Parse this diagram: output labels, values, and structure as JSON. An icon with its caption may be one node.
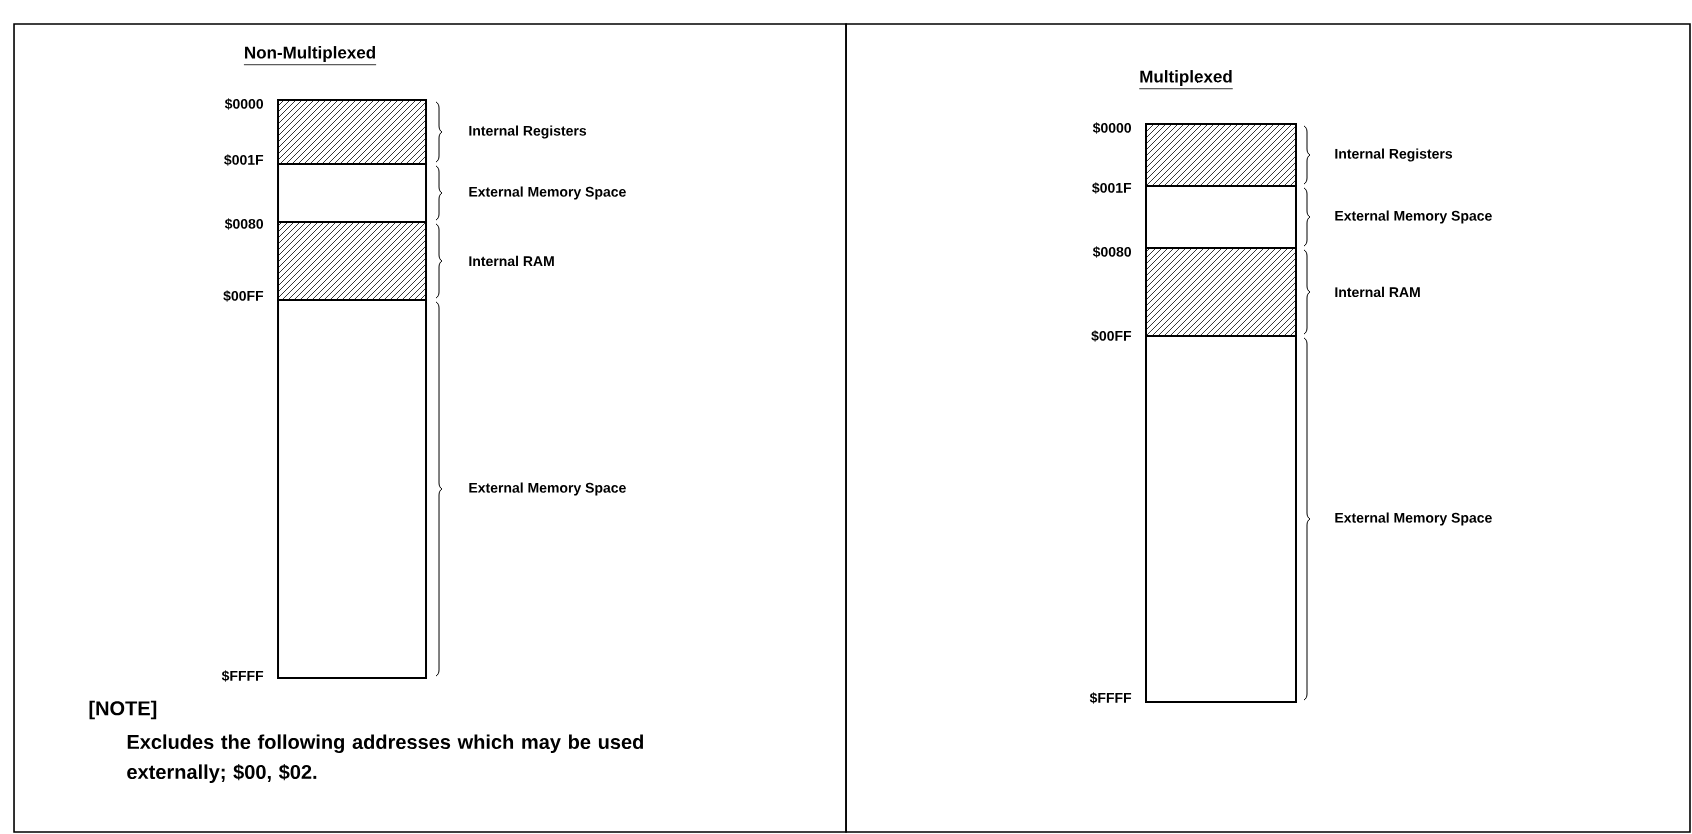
{
  "diagram": {
    "nodes": [
      {
        "text": [
          "Non-Multiplexed",
          "[NOTE]",
          "Excludes the following addresses which may be used externally; $00, $02."
        ]
      },
      {
        "text": [],
        "shape": "bar",
        "in": 0,
        "beside": [
          "Internal Registers"
        ]
      },
      {
        "text": [],
        "shape": "bar",
        "in": 0,
        "beside": [
          "External Memory Space"
        ]
      },
      {
        "text": [],
        "shape": "bar",
        "in": 0,
        "beside": [
          "Internal RAM"
        ]
      },
      {
        "text": [],
        "shape": "bar",
        "in": 0,
        "beside": [
          "External Memory Space"
        ]
      },
      {
        "text": [
          "Multiplexed"
        ]
      },
      {
        "text": [],
        "shape": "bar",
        "in": 5,
        "beside": [
          "Internal Registers"
        ]
      },
      {
        "text": [],
        "shape": "bar",
        "in": 5,
        "beside": [
          "External Memory Space"
        ]
      },
      {
        "text": [],
        "shape": "bar",
        "in": 5,
        "beside": [
          "Internal RAM"
        ]
      },
      {
        "text": [],
        "shape": "bar",
        "in": 5,
        "beside": [
          "External Memory Space"
        ]
      }
    ],
    "labels": [
      "$0000",
      "$001F",
      "$0080",
      "$00FF",
      "$FFFF",
      "$0000",
      "$001F",
      "$0080",
      "$00FF",
      "$FFFF"
    ]
  }
}
